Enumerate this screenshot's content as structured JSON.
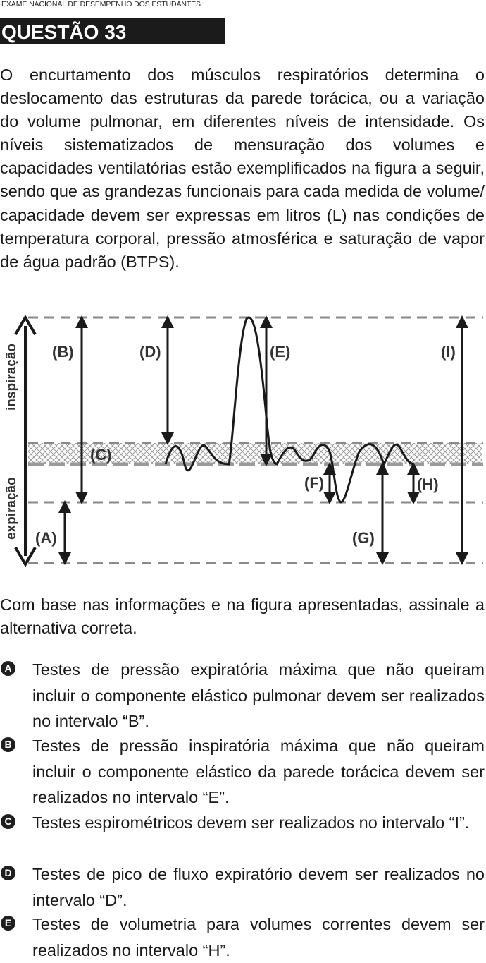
{
  "header": {
    "exam_name": "EXAME NACIONAL DE DESEMPENHO DOS ESTUDANTES",
    "question_title": "QUESTÃO 33"
  },
  "stem": "O encurtamento dos músculos respiratórios determina o deslocamento das estruturas da parede torácica, ou a variação do volume pulmonar, em diferentes níveis de intensidade. Os níveis sistematizados de mensuração dos volumes e capacidades ventilatórias estão exemplificados na figura a seguir, sendo que as grandezas funcionais para cada medida de volume/ capacidade devem ser expressas em litros (L) nas condições de temperatura corporal, pressão atmosférica e saturação de vapor de água padrão (BTPS).",
  "figure": {
    "axis_top_label": "inspiração",
    "axis_bottom_label": "expiração",
    "labels": {
      "A": "(A)",
      "B": "(B)",
      "C": "(C)",
      "D": "(D)",
      "E": "(E)",
      "F": "(F)",
      "G": "(G)",
      "H": "(H)",
      "I": "(I)"
    }
  },
  "prompt": "Com base nas informações e na figura apresentadas, assinale a alternativa correta.",
  "options": [
    {
      "letter": "A",
      "text": "Testes de pressão expiratória máxima que não queiram incluir o componente elástico pulmonar devem ser realizados no intervalo “B”."
    },
    {
      "letter": "B",
      "text": "Testes de pressão inspiratória máxima que não queiram incluir o componente elástico da parede torácica devem ser realizados no intervalo “E”."
    },
    {
      "letter": "C",
      "text": "Testes espirométricos devem ser realizados no intervalo “I”."
    },
    {
      "letter": "D",
      "text": "Testes de pico de fluxo expiratório devem ser realizados no intervalo “D”."
    },
    {
      "letter": "E",
      "text": "Testes de volumetria para volumes correntes devem ser realizados no intervalo “H”."
    }
  ]
}
